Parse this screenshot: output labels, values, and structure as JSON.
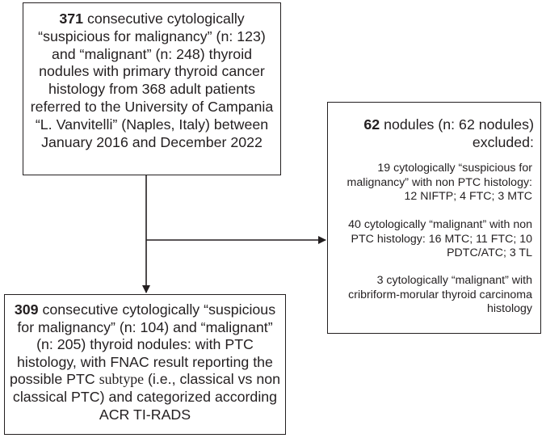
{
  "top_box": {
    "count": "371",
    "text": " consecutive cytologically “suspicious for malignancy” (n: 123) and “malignant” (n: 248) thyroid nodules with primary thyroid cancer histology from 368 adult patients referred to the University of Campania “L. Vanvitelli” (Naples, Italy) between January 2016 and December 2022"
  },
  "excluded_box": {
    "count": "62",
    "heading": " nodules (n: 62 nodules) excluded:",
    "items": [
      "19 cytologically “suspicious for malignancy” with non PTC histology: 12 NIFTP; 4 FTC; 3 MTC",
      "40 cytologically “malignant” with non PTC histology: 16 MTC; 11 FTC; 10 PDTC/ATC; 3 TL",
      "3 cytologically “malignant” with cribriform-morular thyroid carcinoma histology"
    ]
  },
  "bottom_box": {
    "count": "309",
    "text_a": " consecutive cytologically “suspicious for malignancy” (n: 104) and “malignant” (n: 205) thyroid nodules: with PTC histology, with FNAC result reporting the possible PTC ",
    "text_serif": "subtype",
    "text_b": " (i.e., classical vs non classical PTC) and categorized according ACR TI-RADS"
  }
}
